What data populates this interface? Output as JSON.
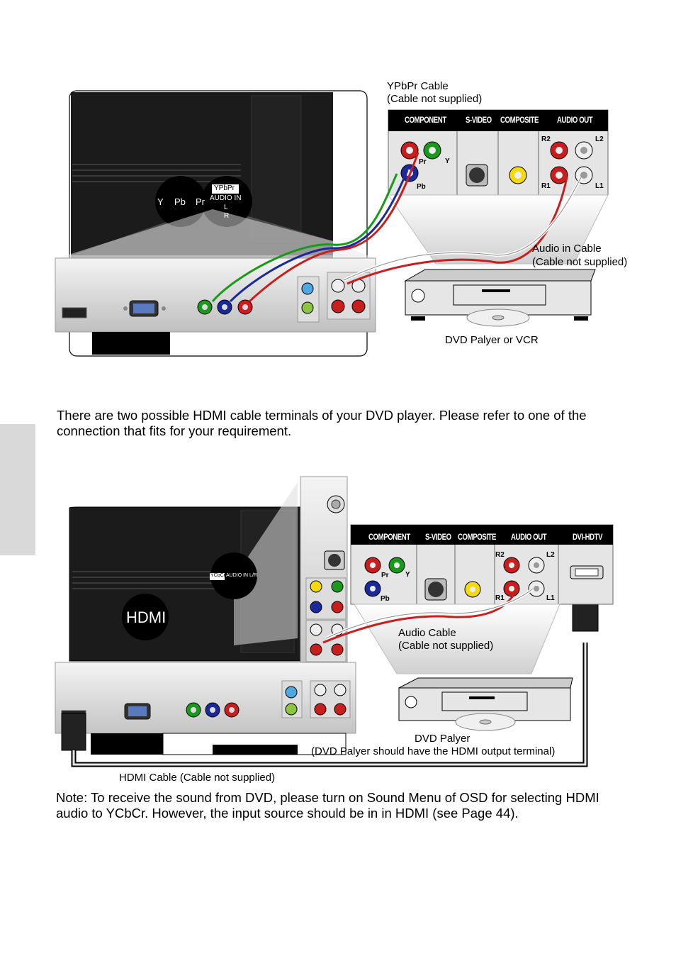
{
  "diagram1": {
    "cable_label_line1": "YPbPr Cable",
    "cable_label_line2": "(Cable not supplied)",
    "audio_label_line1": "Audio in Cable",
    "audio_label_line2": "(Cable not supplied)",
    "device_label": "DVD Palyer or VCR",
    "panel_headers": [
      "COMPONENT",
      "S-VIDEO",
      "COMPOSITE",
      "AUDIO OUT"
    ],
    "jack_labels": [
      "R2",
      "L2",
      "R1",
      "L1",
      "Pr",
      "Y",
      "Pb"
    ],
    "tv_badge": [
      "Y",
      "Pb",
      "Pr"
    ],
    "tv_badge2": [
      "YPbPr",
      "AUDIO IN",
      "L",
      "R"
    ]
  },
  "paragraph1": "There are two possible HDMI cable terminals of your DVD player. Please refer to one of the connection that fits for your requirement.",
  "diagram2": {
    "panel_headers": [
      "COMPONENT",
      "S-VIDEO",
      "COMPOSITE",
      "AUDIO OUT",
      "DVI-HDTV"
    ],
    "jack_labels": [
      "R2",
      "L2",
      "R1",
      "L1",
      "Pr",
      "Y",
      "Pb"
    ],
    "audio_label_line1": "Audio Cable",
    "audio_label_line2": "(Cable not supplied)",
    "device_label_line1": "DVD Palyer",
    "device_label_line2": "(DVD Palyer should have the HDMI output terminal)",
    "hdmi_cable_label": "HDMI Cable (Cable not supplied)",
    "hdmi_badge": "HDMI",
    "ycbcr_badge": [
      "YCbCr",
      "AUDIO IN L/R"
    ]
  },
  "note": "Note: To receive the sound from DVD, please turn on Sound Menu of OSD for selecting HDMI audio to YCbCr. However, the input source should be in in HDMI (see Page 44)."
}
